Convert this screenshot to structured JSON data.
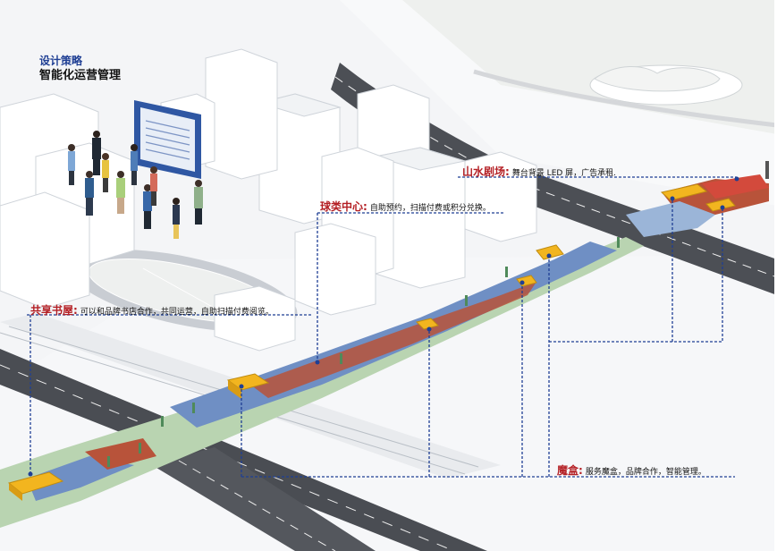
{
  "header": {
    "strategy": "设计策略",
    "title": "智能化运营管理"
  },
  "callouts": {
    "theater": {
      "title": "山水剧场:",
      "desc": "舞台背景 LED 屏，广告承租."
    },
    "ball": {
      "title": "球类中心:",
      "desc": "自助预约，扫描付费或积分兑换。"
    },
    "book": {
      "title": "共享书屋:",
      "desc": "可以和品牌书店合作，共同运营，自助扫描付费阅览。"
    },
    "magic": {
      "title": "魔盒:",
      "desc": "服务魔盒，品牌合作，智能管理。"
    }
  },
  "colors": {
    "callout_title": "#b41f24",
    "header_blue": "#1f3f94",
    "leader_line": "#1f3f94",
    "deck_blue": "#6f8fc4",
    "deck_red": "#b8533a",
    "kiosk_yellow": "#f2b51f",
    "greenway": "#b9d4b1"
  }
}
